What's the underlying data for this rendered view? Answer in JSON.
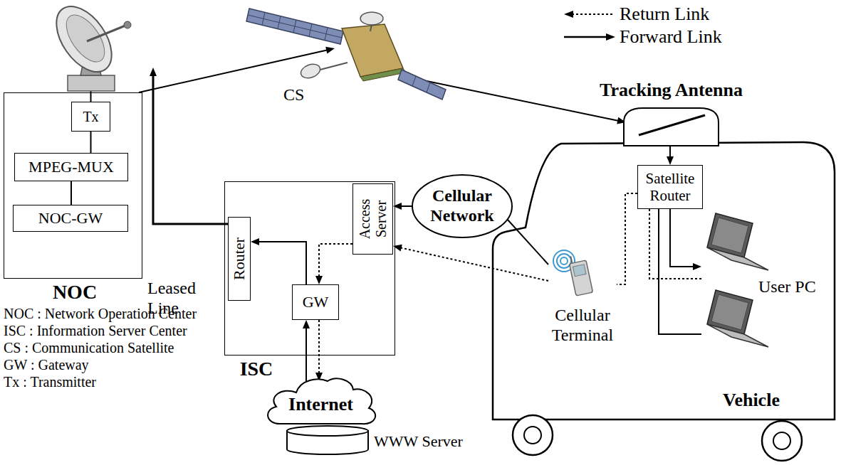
{
  "diagram": {
    "nodes": [
      {
        "text": [
          "NOC"
        ]
      },
      {
        "text": [
          "Tx"
        ],
        "in": 0
      },
      {
        "text": [
          "MPEG-MUX"
        ],
        "in": 0
      },
      {
        "text": [
          "NOC-GW"
        ],
        "in": 0
      },
      {
        "text": [
          "CS"
        ]
      },
      {
        "text": [
          "ISC"
        ]
      },
      {
        "text": [
          "Router"
        ],
        "in": 5
      },
      {
        "text": [
          "Access Server"
        ],
        "in": 5
      },
      {
        "text": [
          "GW"
        ],
        "in": 5
      },
      {
        "text": [
          "Cellular Network"
        ]
      },
      {
        "text": [
          "Internet"
        ]
      },
      {
        "text": [
          "WWW Server"
        ]
      },
      {
        "text": [
          "Vehicle"
        ]
      },
      {
        "text": [
          "Tracking Antenna"
        ],
        "in": 12
      },
      {
        "text": [
          "Satellite Router"
        ],
        "in": 12
      },
      {
        "text": [
          "Cellular Terminal"
        ],
        "in": 12
      },
      {
        "text": [
          "User PC"
        ],
        "in": 12
      }
    ],
    "edges": [
      {
        "from": 1,
        "to": 2,
        "arrow": "none"
      },
      {
        "from": 2,
        "to": 3,
        "arrow": "none"
      },
      {
        "from": 0,
        "to": 4,
        "arrow": "to"
      },
      {
        "from": 6,
        "to": 0,
        "arrow": "to"
      },
      {
        "from": 8,
        "to": 6,
        "arrow": "to"
      },
      {
        "from": 10,
        "to": 8,
        "arrow": "to"
      },
      {
        "from": 8,
        "to": 10,
        "arrow": "to"
      },
      {
        "from": 7,
        "to": 8,
        "arrow": "to"
      },
      {
        "from": 9,
        "to": 7,
        "arrow": "to"
      },
      {
        "from": 15,
        "to": 7,
        "arrow": "to"
      },
      {
        "from": 9,
        "to": 15,
        "arrow": "none"
      },
      {
        "from": 4,
        "to": 13,
        "arrow": "to"
      },
      {
        "from": 13,
        "to": 14,
        "arrow": "to"
      },
      {
        "from": 14,
        "to": 16,
        "arrow": "to"
      },
      {
        "from": 14,
        "to": 16,
        "arrow": "none"
      },
      {
        "from": 16,
        "to": 14,
        "arrow": "none"
      },
      {
        "from": 14,
        "to": 15,
        "arrow": "none"
      }
    ],
    "labels": [
      "Leased Line",
      "NOC : Network Operation Center",
      "ISC : Information Server Center",
      "CS : Communication Satellite",
      "GW : Gateway",
      "Tx : Transmitter"
    ],
    "legend": [
      {
        "text": "Return Link"
      },
      {
        "text": "Forward Link"
      }
    ]
  }
}
